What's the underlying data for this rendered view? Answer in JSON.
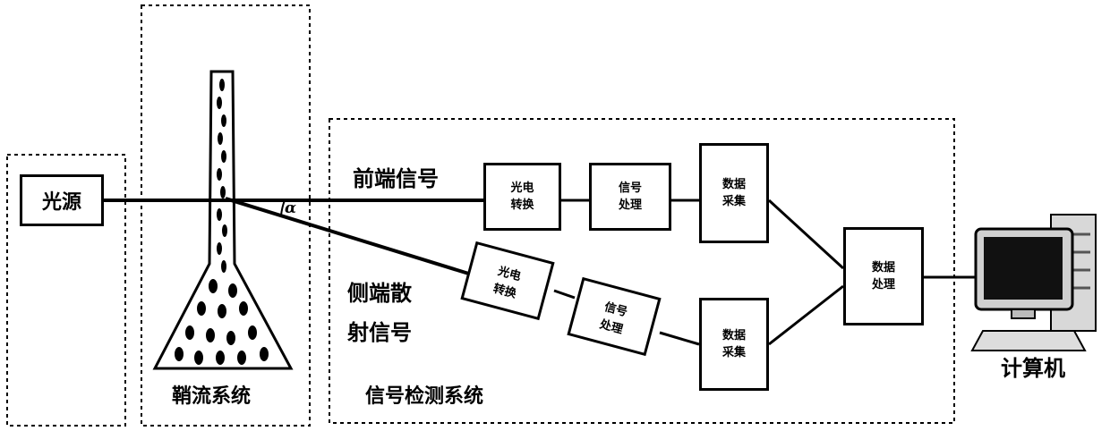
{
  "light_source": {
    "label": "光源"
  },
  "sheath_flow": {
    "label": "鞘流系统"
  },
  "detection": {
    "label": "信号检测系统"
  },
  "forward": {
    "label": "前端信号",
    "pe_line1": "光电",
    "pe_line2": "转换",
    "sp_line1": "信号",
    "sp_line2": "处理",
    "da_line1": "数据",
    "da_line2": "采集"
  },
  "side": {
    "label_line1": "侧端散",
    "label_line2": "射信号",
    "pe_line1": "光电",
    "pe_line2": "转换",
    "sp_line1": "信号",
    "sp_line2": "处理",
    "da_line1": "数据",
    "da_line2": "采集"
  },
  "dp": {
    "line1": "数据",
    "line2": "处理"
  },
  "computer": {
    "label": "计算机"
  },
  "angle": {
    "label": "α"
  }
}
